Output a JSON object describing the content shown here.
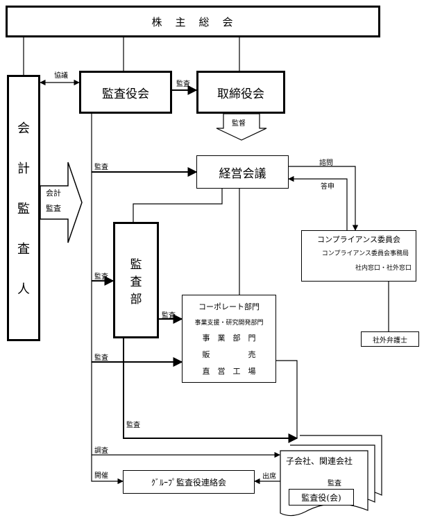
{
  "shareholders": "株　主　総　会",
  "auditors_board": "監査役会",
  "board": "取締役会",
  "mgmt": "経営会議",
  "accounting_auditor_chars": [
    "会",
    "計",
    "監",
    "査",
    "人"
  ],
  "audit_dept_chars": [
    "監",
    "査",
    "部"
  ],
  "compliance": {
    "title": "コンプライアンス委員会",
    "office": "コンプライアンス委員会事務局",
    "window": "社内窓口・社外窓口"
  },
  "lawyer": "社外弁護士",
  "divisions": [
    "コーポレート部門",
    "事業支援・研究開発部門",
    "事　業　部　門",
    "販　　　　　売",
    "直　営　工　場"
  ],
  "subsidiaries": "子会社、関連会社",
  "sub_auditor": "監査役(会)",
  "group_meeting": "ｸﾞﾙｰﾌﾟ監査役連絡会",
  "labels": {
    "consult": "協議",
    "audit": "監査",
    "supervise": "監督",
    "inquire": "諮問",
    "report": "答申",
    "acct_audit_1": "会計",
    "acct_audit_2": "監査",
    "investigate": "調査",
    "hold": "開催",
    "attend": "出席"
  }
}
